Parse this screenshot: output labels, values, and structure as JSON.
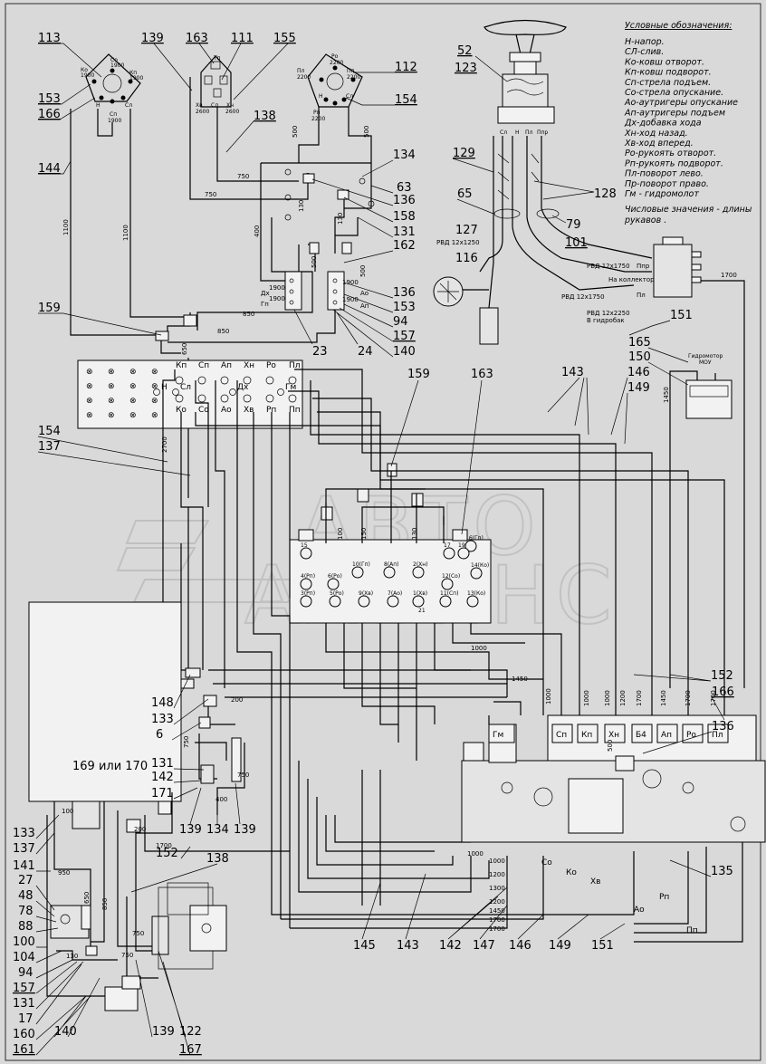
{
  "legend": {
    "title": "Условные обозначения:",
    "items": [
      "Н-напор.",
      "СЛ-слив.",
      "Ко-ковш отворот.",
      "Кп-ковш подворот.",
      "Сп-стрела подъем.",
      "Со-стрела опускание.",
      "Ао-аутригеры опускание",
      "Ап-аутригеры подъем",
      "Дх-добавка хода",
      "Хн-ход назад.",
      "Хв-ход вперед.",
      "Ро-рукоять отворот.",
      "Рп-рукоять подворот.",
      "Пл-поворот лево.",
      "Пр-поворот право.",
      "Гм - гидромолот"
    ],
    "note": [
      "Числовые значения - длины",
      "рукавов ."
    ]
  },
  "callouts": {
    "c113": "113",
    "c153a": "153",
    "c166a": "166",
    "c144": "144",
    "c139a": "139",
    "c163a": "163",
    "c111": "111",
    "c155": "155",
    "c138a": "138",
    "c112": "112",
    "c154a": "154",
    "c134a": "134",
    "c63": "63",
    "c136a": "136",
    "c158": "158",
    "c131a": "131",
    "c162": "162",
    "c136b": "136",
    "c153b": "153",
    "c94a": "94",
    "c157a": "157",
    "c140a": "140",
    "c23": "23",
    "c24": "24",
    "c159a": "159",
    "c52": "52",
    "c123": "123",
    "c129": "129",
    "c128": "128",
    "c65": "65",
    "c79": "79",
    "c101": "101",
    "c127": "127",
    "c116": "116",
    "c151a": "151",
    "c165": "165",
    "c150": "150",
    "c146a": "146",
    "c149a": "149",
    "c143a": "143",
    "c159b": "159",
    "c163b": "163",
    "c154b": "154",
    "c137a": "137",
    "c148": "148",
    "c133a": "133",
    "c6": "6",
    "c131b": "131",
    "c142a": "142",
    "c171": "171",
    "c139b": "139",
    "c134b": "134",
    "c139c": "139",
    "c152a": "152",
    "c166b": "166",
    "c136c": "136",
    "c152b": "152",
    "c138b": "138",
    "c135": "135",
    "c133b": "133",
    "c137b": "137",
    "c141": "141",
    "c27": "27",
    "c48": "48",
    "c78": "78",
    "c88": "88",
    "c100": "100",
    "c104": "104",
    "c94b": "94",
    "c157b": "157",
    "c131c": "131",
    "c17": "17",
    "c160": "160",
    "c161": "161",
    "c140b": "140",
    "c139d": "139",
    "c122": "122",
    "c167": "167",
    "c145": "145",
    "c143b": "143",
    "c142b": "142",
    "c147": "147",
    "c146b": "146",
    "c149b": "149",
    "c151b": "151",
    "c16917": "169 или 170"
  },
  "joystick_left": {
    "top": "Со",
    "top_v": "1900",
    "ul": "Ко",
    "ul_v": "1900",
    "ur": "Кп",
    "ur_v": "1900",
    "h": "Н",
    "sl": "Сл",
    "bot": "Сп",
    "bot_v": "1900"
  },
  "joystick_mid": {
    "top": "Тп",
    "left": "Хв",
    "left_v": "2600",
    "center": "Сл",
    "right": "Хн",
    "right_v": "2600"
  },
  "joystick_right": {
    "top": "Ро",
    "top_v": "2200",
    "ul": "Пл",
    "ul_v": "2200",
    "ur": "Пп",
    "ur_v": "2200",
    "h": "Н",
    "sl": "Сл",
    "bot": "Рп",
    "bot_v": "2200"
  },
  "steering": {
    "left": "Сл",
    "h": "Н",
    "pl": "Пл",
    "ppr": "Ппр"
  },
  "hoses_top": {
    "h500a": "500",
    "h500b": "500",
    "h750a": "750",
    "h750b": "750",
    "h1100a": "1100",
    "h1100b": "1100",
    "h400": "400",
    "h130a": "130",
    "h130b": "130",
    "h500c": "500",
    "h500d": "500",
    "h850a": "850",
    "h850b": "850",
    "h650": "650",
    "h1900a": "1900",
    "h1900b": "1900",
    "h1900c": "1900",
    "h1900d": "1900",
    "dx": "Дх",
    "gp": "Гп",
    "ao": "Ао",
    "ap": "Ап"
  },
  "steer_hoses": {
    "rvd1": "РВД 12х1250",
    "rvd2": "РВД 12х1750",
    "rvd3": "РВД 12х1750",
    "rvd4": "РВД 12х2250",
    "to_coll": "На коллектор",
    "to_gyro": "В гидробак",
    "ppr": "Ппр",
    "pl": "Пл",
    "h1700": "1700"
  },
  "panel": {
    "top_labels": [
      "Кп",
      "Сп",
      "Ап",
      "Хн",
      "Ро",
      "Пл"
    ],
    "mid_labels": [
      "Н",
      "Сл",
      "Дх",
      "Гм"
    ],
    "bot_labels": [
      "Ко",
      "Со",
      "Ао",
      "Хв",
      "Рп",
      "Пп"
    ]
  },
  "motor": {
    "title1": "Гидромотор",
    "title2": "МОУ",
    "len": "1450"
  },
  "block": {
    "ports": [
      "15",
      "16(Гп)",
      "10(Гп)",
      "8(Ап)",
      "2(Хн)",
      "17",
      "19",
      "4(Рп)",
      "6(Ро)",
      "12(Со)",
      "14(Ко)",
      "3(Рп)",
      "5(Ро)",
      "9(Хв)",
      "7(Ао)",
      "1(Хв)",
      "11(Сп)",
      "13(Ко)",
      "21"
    ],
    "l1000": "1000",
    "l100": "100",
    "l130": "130",
    "l150": "150"
  },
  "distributor": {
    "sections": [
      "Гм",
      "Сп",
      "Кп",
      "Хн",
      "Б4",
      "Ап",
      "Ро",
      "Пл"
    ],
    "bottom": [
      "Со",
      "Ко",
      "Хв",
      "Ао",
      "Рп",
      "Пп"
    ],
    "lens": [
      "1450",
      "1000",
      "1000",
      "1000",
      "1200",
      "1700",
      "1450",
      "1700",
      "1700",
      "500"
    ]
  },
  "bottom_lens": [
    "1000",
    "1000",
    "1200",
    "1300",
    "1200",
    "1450",
    "1700",
    "1700"
  ],
  "misc_lens": {
    "l200": "200",
    "l750a": "750",
    "l750b": "750",
    "l400": "400",
    "l1700": "1700",
    "l950": "950",
    "l650": "650",
    "l850": "850",
    "l750c": "750",
    "l750d": "750",
    "l100": "100",
    "l130": "130",
    "l2700": "2700",
    "l200b": "200"
  },
  "watermark": [
    "АВТО",
    "АЛЬЯНС"
  ]
}
